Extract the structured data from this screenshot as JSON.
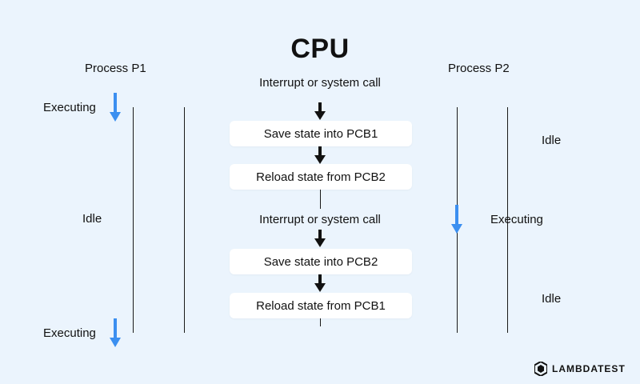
{
  "title": "CPU",
  "p1": {
    "label": "Process P1",
    "top_state": "Executing",
    "mid_state": "Idle",
    "bottom_state": "Executing"
  },
  "p2": {
    "label": "Process P2",
    "top_state": "Idle",
    "mid_state": "Executing",
    "bottom_state": "Idle"
  },
  "cpu_steps": {
    "interrupt_1": "Interrupt or system call",
    "save_1": "Save state into PCB1",
    "reload_1": "Reload state from PCB2",
    "interrupt_2": "Interrupt or system call",
    "save_2": "Save state into PCB2",
    "reload_2": "Reload state from PCB1"
  },
  "logo": {
    "text": "LAMBDATEST",
    "icon": "lambdatest-logo-icon"
  },
  "colors": {
    "background": "#ebf4fd",
    "accent_arrow": "#3b8ff0",
    "box": "#ffffff"
  }
}
